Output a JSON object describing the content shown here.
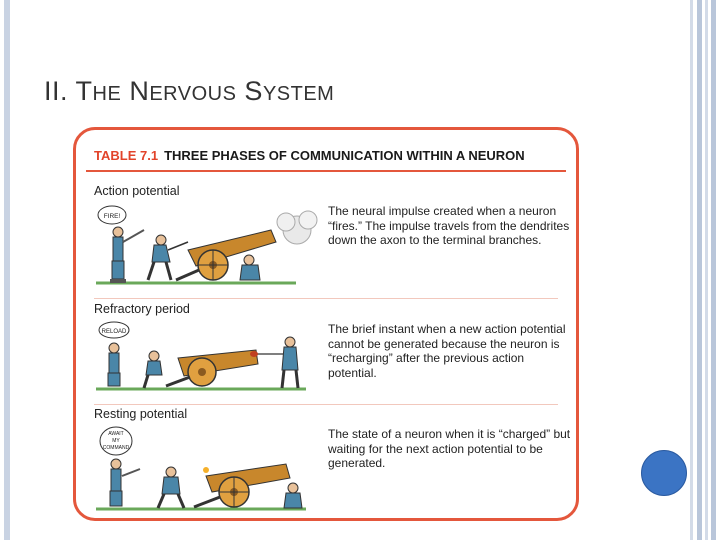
{
  "slide": {
    "title_parts": [
      {
        "text": "II. T",
        "small": false
      },
      {
        "text": "HE",
        "small": true
      },
      {
        "text": " N",
        "small": false
      },
      {
        "text": "ERVOUS",
        "small": true
      },
      {
        "text": " S",
        "small": false
      },
      {
        "text": "YSTEM",
        "small": true
      }
    ]
  },
  "table": {
    "label": "TABLE 7.1",
    "caption": "THREE PHASES OF COMMUNICATION WITHIN A NEURON",
    "rows": [
      {
        "phase": "Action potential",
        "description": "The neural impulse created when a neuron “fires.” The impulse travels from the dendrites down the axon to the terminal branches.",
        "speech": [
          "FIRE!"
        ]
      },
      {
        "phase": "Refractory period",
        "description": "The brief instant when a new action potential cannot be generated because the neuron is “recharging” after the previous action potential.",
        "speech": [
          "RELOAD"
        ]
      },
      {
        "phase": "Resting potential",
        "description": "The state of a neuron when it is “charged” but waiting for the next action potential to be generated.",
        "speech": [
          "AWAIT",
          "MY",
          "COMMAND"
        ]
      }
    ]
  },
  "colors": {
    "accent": "#e4573c",
    "cannon": "#c8872c",
    "soldier": "#4a86a8",
    "circle": "#3b74c4"
  }
}
